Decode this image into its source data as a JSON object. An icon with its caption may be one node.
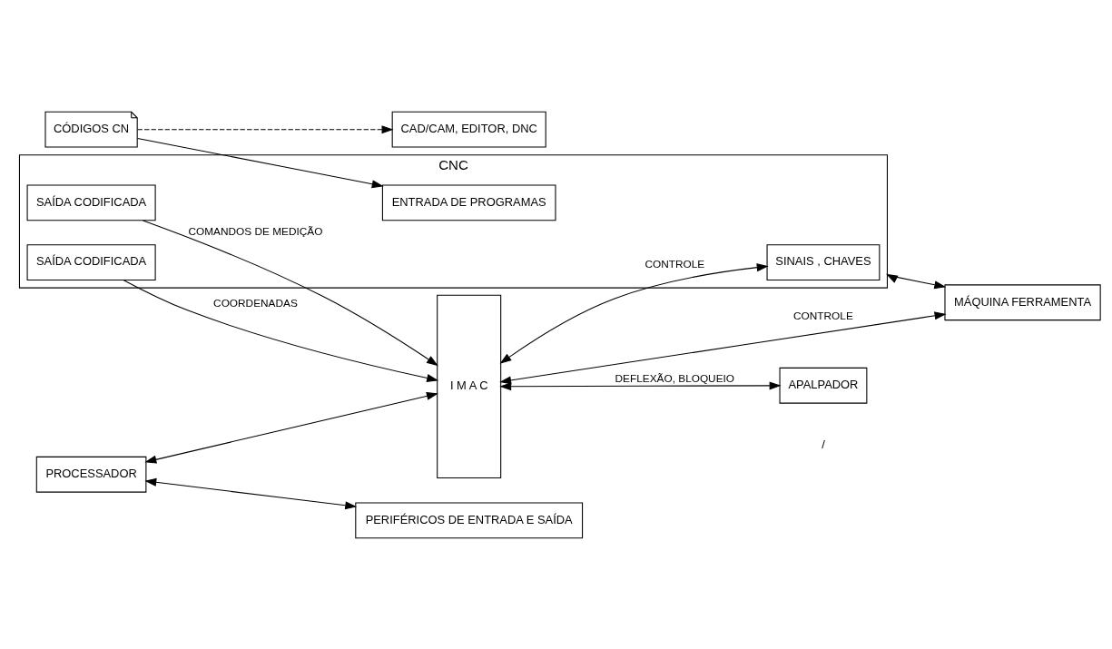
{
  "diagram": {
    "nodes": [
      {
        "text": [
          "CAD/CAM, EDITOR, DNC"
        ]
      },
      {
        "text": [
          "CÓDIGOS CN"
        ]
      },
      {
        "text": [
          "CNC"
        ]
      },
      {
        "text": [
          "ENTRADA DE PROGRAMAS"
        ],
        "in": 2
      },
      {
        "text": [
          "SAÍDA CODIFICADA"
        ],
        "in": 2
      },
      {
        "text": [
          "SAÍDA CODIFICADA"
        ],
        "in": 2
      },
      {
        "text": [
          "SINAIS , CHAVES"
        ],
        "in": 2
      },
      {
        "text": [
          "PROCESSADOR"
        ]
      },
      {
        "text": [
          "I M A C"
        ]
      },
      {
        "text": [
          "PERIFÉRICOS DE ENTRADA E SAÍDA"
        ]
      },
      {
        "text": [
          "MÁQUINA FERRAMENTA"
        ]
      },
      {
        "text": [
          "APALPADOR"
        ]
      }
    ],
    "edges": [
      {
        "from": 1,
        "to": 0,
        "arrow": "to",
        "style": "dashed"
      },
      {
        "from": 1,
        "to": 3,
        "arrow": "to"
      },
      {
        "from": 7,
        "to": 8,
        "arrow": "both"
      },
      {
        "from": 7,
        "to": 9,
        "arrow": "both"
      },
      {
        "from": 4,
        "to": 8,
        "arrow": "to",
        "label": "COMANDOS DE MEDIÇÃO"
      },
      {
        "from": 5,
        "to": 8,
        "arrow": "to",
        "label": "COORDENADAS"
      },
      {
        "from": 8,
        "to": 6,
        "arrow": "both",
        "label": "CONTROLE"
      },
      {
        "from": 8,
        "to": 10,
        "arrow": "both",
        "label": "CONTROLE"
      },
      {
        "from": 8,
        "to": 11,
        "arrow": "both",
        "label": "DEFLEXÃO, BLOQUEIO"
      },
      {
        "from": 2,
        "to": 10,
        "arrow": "both"
      }
    ],
    "labels": [
      "/"
    ]
  }
}
